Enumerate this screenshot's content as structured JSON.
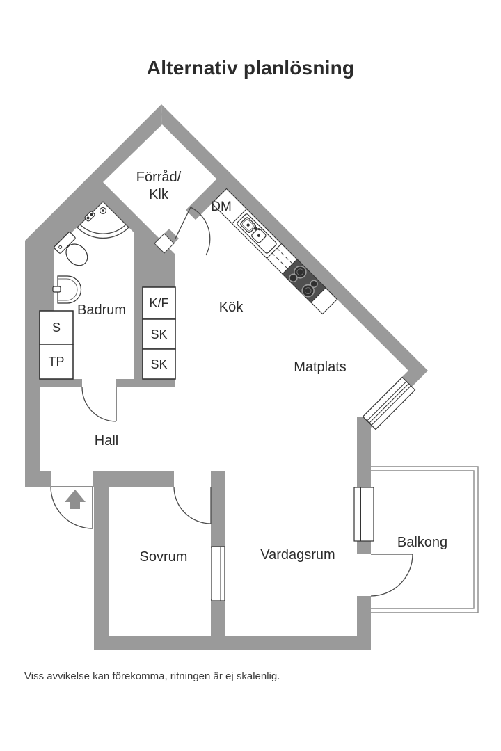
{
  "title": "Alternativ planlösning",
  "disclaimer": "Viss avvikelse kan förekomma, ritningen är ej skalenlig.",
  "colors": {
    "wall": "#9a9a9a",
    "line": "#4a4a4a",
    "text": "#2b2b2b",
    "stove": "#4f4f4f",
    "arrow": "#8f8f8f"
  },
  "rooms": {
    "forrad": {
      "line1": "Förråd/",
      "line2": "Klk"
    },
    "kok": {
      "label": "Kök"
    },
    "matplats": {
      "label": "Matplats"
    },
    "badrum": {
      "label": "Badrum"
    },
    "hall": {
      "label": "Hall"
    },
    "sovrum": {
      "label": "Sovrum"
    },
    "vardagsrum": {
      "label": "Vardagsrum"
    },
    "balkong": {
      "label": "Balkong"
    }
  },
  "fixtures": {
    "dishwasher": "DM"
  },
  "closets": {
    "s": "S",
    "tp": "TP",
    "kf": "K/F",
    "sk_upper": "SK",
    "sk_lower": "SK"
  }
}
